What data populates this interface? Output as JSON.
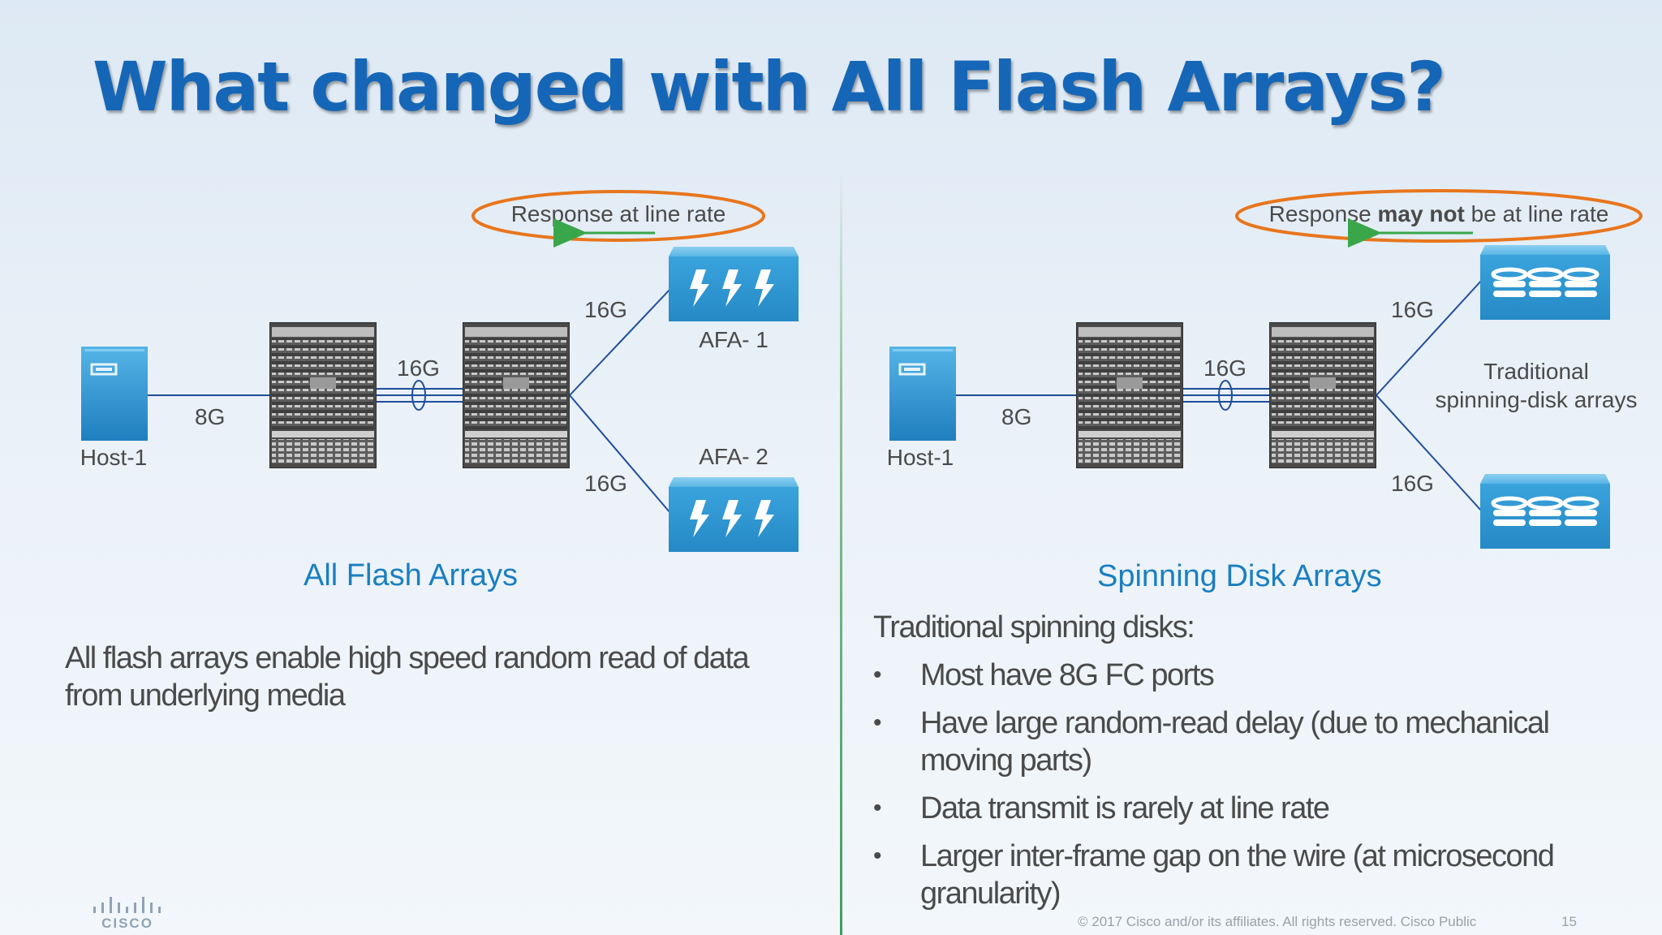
{
  "title": "What changed with All Flash Arrays?",
  "left": {
    "callout": "Response at line rate",
    "host_label": "Host-1",
    "link_host": "8G",
    "link_isl": "16G",
    "link_top": "16G",
    "link_bottom": "16G",
    "array1_label": "AFA- 1",
    "array2_label": "AFA- 2",
    "heading": "All Flash Arrays",
    "description": "All flash arrays enable high speed random read of data from underlying media"
  },
  "right": {
    "callout_pre": "Response ",
    "callout_bold": "may not",
    "callout_post": " be at line rate",
    "host_label": "Host-1",
    "link_host": "8G",
    "link_isl": "16G",
    "link_top": "16G",
    "link_bottom": "16G",
    "array_label_line1": "Traditional",
    "array_label_line2": "spinning-disk arrays",
    "heading": "Spinning Disk Arrays",
    "intro": "Traditional spinning disks:",
    "bullet_char": "•",
    "bullets": [
      "Most have 8G FC ports",
      "Have large random-read delay (due to mechanical moving parts)",
      "Data transmit is rarely at line rate",
      "Larger inter-frame gap on the wire (at microsecond granularity)"
    ]
  },
  "footer": {
    "copyright": "© 2017  Cisco and/or its affiliates. All rights reserved.   Cisco Public",
    "page_number": "15",
    "logo_text": "CISCO"
  },
  "colors": {
    "title": "#1566b7",
    "heading": "#1a7fc1",
    "callout_ring": "#e8761d",
    "arrow": "#3aa64a",
    "link_line": "#1f4e9a",
    "device_blue": "#2e93cf"
  },
  "icons": [
    "server-icon",
    "fc-switch-icon",
    "flash-array-icon",
    "disk-array-icon",
    "cisco-logo-icon"
  ]
}
